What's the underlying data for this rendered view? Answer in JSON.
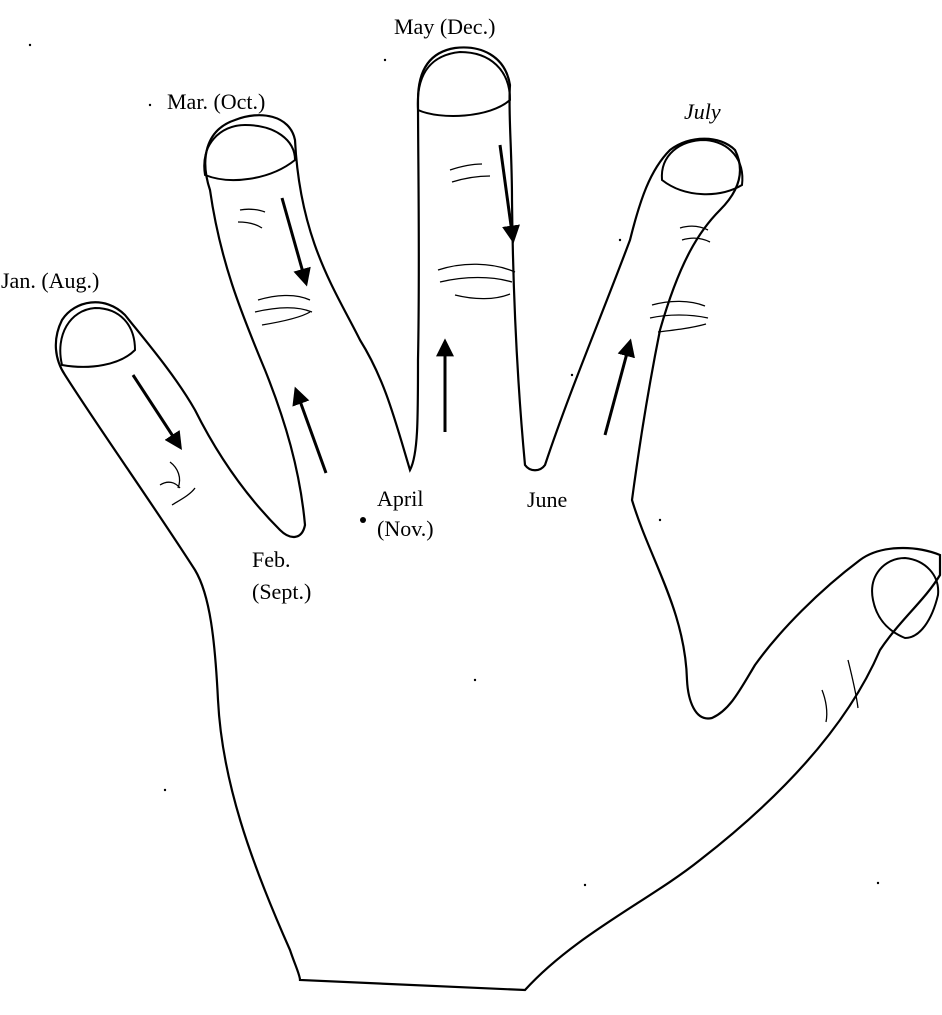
{
  "labels": {
    "jan": "Jan. (Aug.)",
    "feb_line1": "Feb.",
    "feb_line2": "(Sept.)",
    "mar": "Mar. (Oct.)",
    "april_line1": "April",
    "april_line2": "(Nov.)",
    "may": "May (Dec.)",
    "june": "June",
    "july": "July"
  },
  "colors": {
    "ink": "#000000",
    "paper": "#ffffff"
  }
}
